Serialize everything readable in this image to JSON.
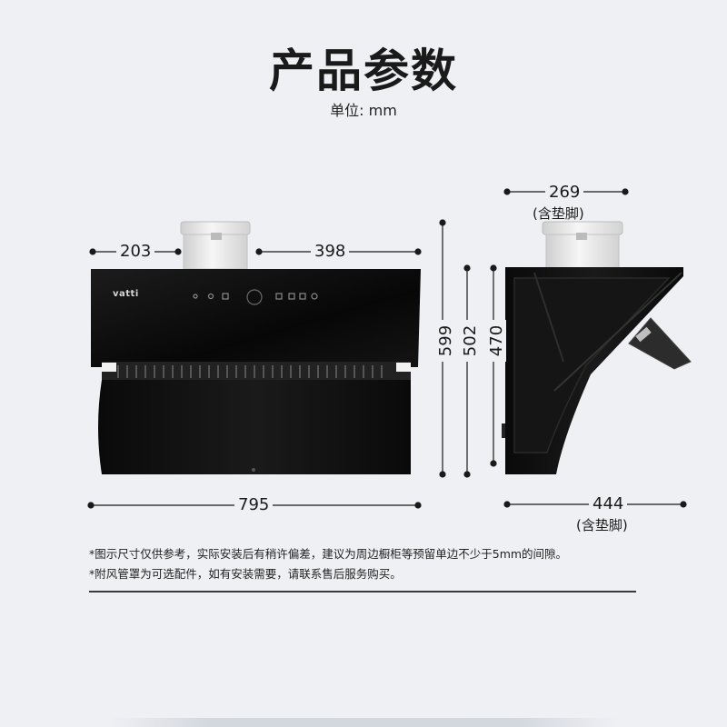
{
  "header": {
    "title": "产品参数",
    "unit": "单位: mm"
  },
  "front_view": {
    "brand": "vatti",
    "dim_left_top": "203",
    "dim_right_top": "398",
    "dim_width": "795",
    "dim_height": "599"
  },
  "side_view": {
    "dim_depth_top": "269",
    "dim_depth_top_note": "(含垫脚)",
    "dim_h1": "502",
    "dim_h2": "470",
    "dim_depth_bottom": "444",
    "dim_depth_bottom_note": "(含垫脚)"
  },
  "notes": [
    "*图示尺寸仅供参考，实际安装后有稍许偏差，建议为周边橱柜等预留单边不少于5mm的间隙。",
    "*附风管罩为可选配件，如有安装需要，请联系售后服务购买。"
  ],
  "colors": {
    "background": "#eef0f4",
    "appliance": "#0e0e0e",
    "duct": "#e9e9e9"
  }
}
